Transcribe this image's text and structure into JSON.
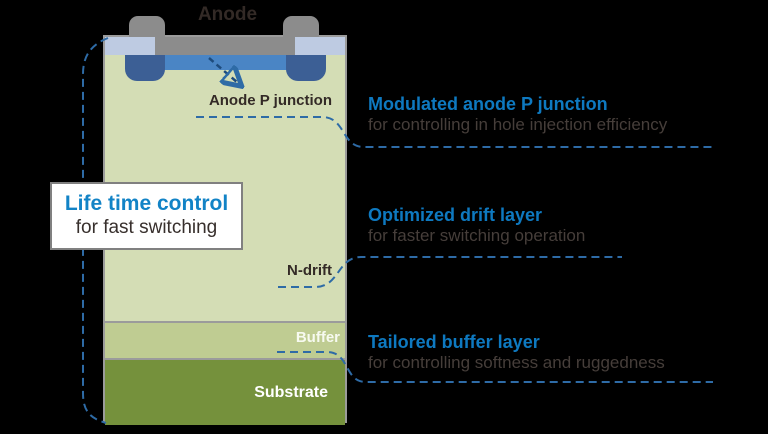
{
  "colors": {
    "bg": "#000000",
    "accent": "#0e79c0",
    "subtext": "#463e3a",
    "darktext": "#332a26",
    "dash": "#2e6ba6",
    "navy": "#1d4b7d",
    "body-green": "#d4ddb5",
    "buffer-green": "#bfcc92",
    "substrate-green": "#75913c",
    "metal-gray": "#8c8c8c",
    "pale-blue": "#becbe2",
    "mid-blue": "#4a85c5",
    "deep-blue": "#3c5f95",
    "outline-gray": "#9b9b9b"
  },
  "device": {
    "anode_label": "Anode",
    "anode_p_junction_label": "Anode P junction",
    "n_drift_label": "N-drift",
    "buffer_label": "Buffer",
    "substrate_label": "Substrate"
  },
  "callout_box": {
    "title": "Life time control",
    "subtitle": "for fast switching"
  },
  "annotations": [
    {
      "title": "Modulated anode P junction",
      "subtitle": "for controlling in hole injection efficiency"
    },
    {
      "title": "Optimized drift layer",
      "subtitle": "for faster switching operation"
    },
    {
      "title": "Tailored buffer layer",
      "subtitle": "for controlling softness and ruggedness"
    }
  ]
}
